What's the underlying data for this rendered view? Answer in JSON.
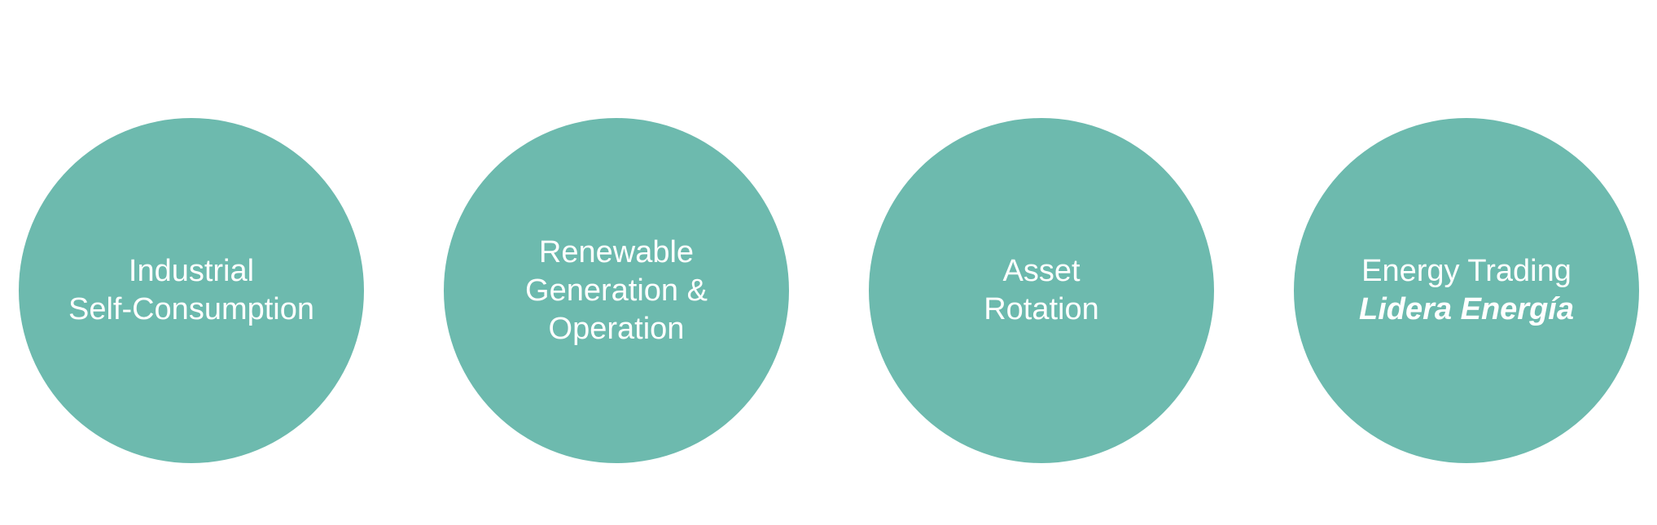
{
  "theme": {
    "circle_color": "#6dbaae",
    "text_color": "#ffffff",
    "background": "#ffffff"
  },
  "circles": [
    {
      "lines": [
        "Industrial",
        "Self-Consumption"
      ]
    },
    {
      "lines": [
        "Renewable",
        "Generation &",
        "Operation"
      ]
    },
    {
      "lines": [
        "Asset",
        "Rotation"
      ]
    },
    {
      "lines": [
        "Energy Trading",
        "Lidera Energía"
      ]
    }
  ]
}
